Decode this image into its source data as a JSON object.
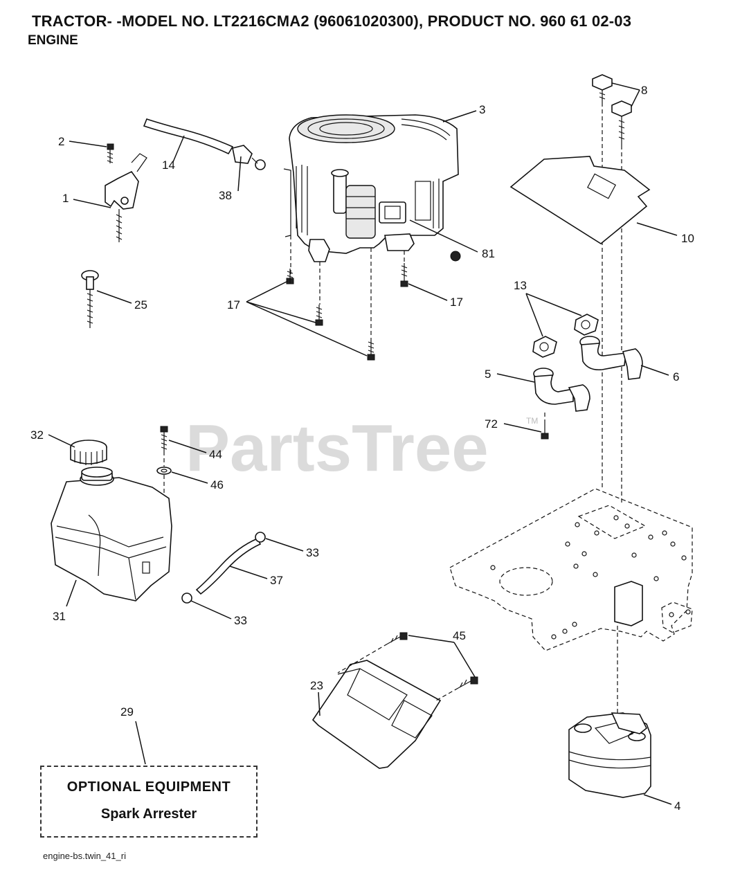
{
  "header": {
    "title": "TRACTOR- -MODEL NO. LT2216CMA2 (96061020300), PRODUCT NO. 960 61 02-03",
    "subtitle": "ENGINE"
  },
  "watermark": {
    "text": "PartsTree",
    "trademark": "TM"
  },
  "callouts": {
    "c1": "1",
    "c2": "2",
    "c3": "3",
    "c4": "4",
    "c5": "5",
    "c6": "6",
    "c8": "8",
    "c10": "10",
    "c13": "13",
    "c14": "14",
    "c17a": "17",
    "c17b": "17",
    "c23": "23",
    "c25": "25",
    "c29": "29",
    "c31": "31",
    "c32": "32",
    "c33a": "33",
    "c33b": "33",
    "c37": "37",
    "c38": "38",
    "c44": "44",
    "c45": "45",
    "c46": "46",
    "c72": "72",
    "c81": "81"
  },
  "optional": {
    "title": "OPTIONAL EQUIPMENT",
    "item": "Spark Arrester"
  },
  "footer": {
    "filename": "engine-bs.twin_41_ri"
  },
  "colors": {
    "line": "#111111",
    "watermark": "#cfcfcf",
    "fill": "#e8e8e8"
  }
}
